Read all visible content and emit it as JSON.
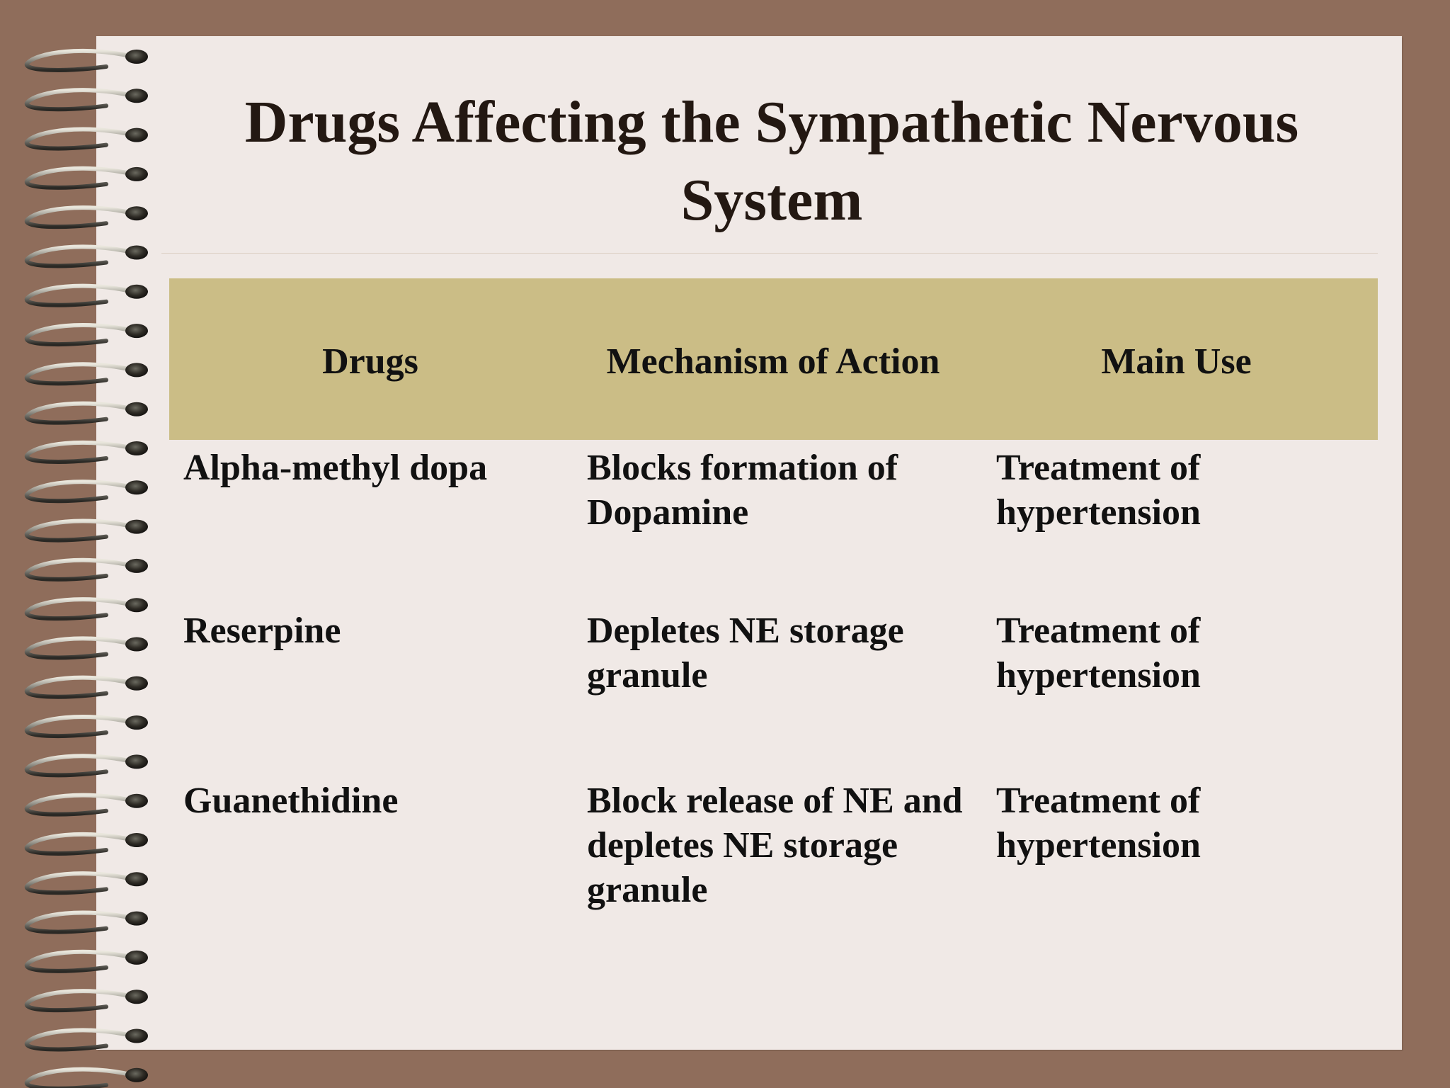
{
  "slide": {
    "title": "Drugs Affecting the Sympathetic Nervous System",
    "colors": {
      "background": "#8f6d5b",
      "page": "#f0e9e6",
      "header_fill": "#cbbd86",
      "title_text": "#231812"
    },
    "decoration": "spiral-binding-icon"
  },
  "table": {
    "headers": [
      "Drugs",
      "Mechanism of Action",
      "Main Use"
    ],
    "rows": [
      {
        "drug": "Alpha-methyl dopa",
        "mechanism": "Blocks formation of Dopamine",
        "use": "Treatment of hypertension"
      },
      {
        "drug": "Reserpine",
        "mechanism": "Depletes NE storage granule",
        "use": "Treatment of hypertension"
      },
      {
        "drug": "Guanethidine",
        "mechanism": "Block release of NE and depletes NE storage granule",
        "use": "Treatment of hypertension"
      }
    ]
  }
}
